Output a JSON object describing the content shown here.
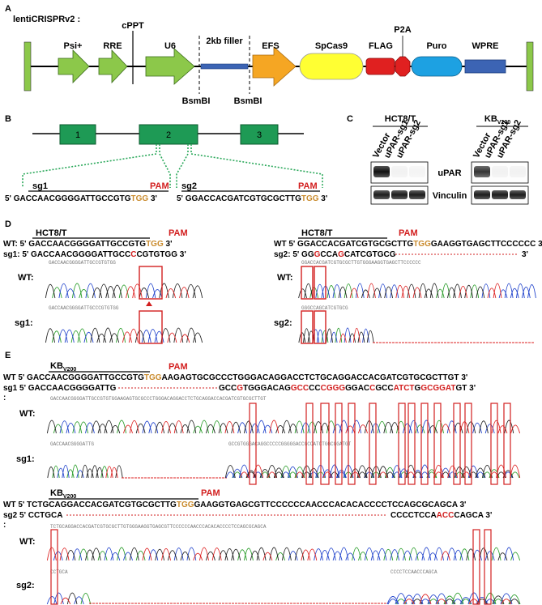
{
  "panels": {
    "A": "A",
    "B": "B",
    "C": "C",
    "D": "D",
    "E": "E"
  },
  "panelA": {
    "title": "lentiCRISPRv2 :",
    "elements": [
      {
        "label": "Psi+",
        "color": "#8cc84a"
      },
      {
        "label": "RRE",
        "color": "#8cc84a"
      },
      {
        "label": "cPPT",
        "color": "#000000"
      },
      {
        "label": "U6",
        "color": "#8cc84a"
      },
      {
        "label": "2kb filler",
        "color": "#3c64b4"
      },
      {
        "label": "EFS",
        "color": "#f5a623"
      },
      {
        "label": "SpCas9",
        "color": "#ffff33"
      },
      {
        "label": "FLAG",
        "color": "#e02020"
      },
      {
        "label": "P2A",
        "color": "#e02020"
      },
      {
        "label": "Puro",
        "color": "#1da1e2"
      },
      {
        "label": "WPRE",
        "color": "#3c64b4"
      }
    ],
    "sites": [
      "BsmBI",
      "BsmBI"
    ]
  },
  "panelB": {
    "exons": [
      "1",
      "2",
      "3"
    ],
    "sg1": {
      "name": "sg1",
      "pam": "PAM",
      "seq": "5' GACCAACGGGGATTGCCGTG",
      "pam_seq": "TGG",
      "end": " 3'"
    },
    "sg2": {
      "name": "sg2",
      "pam": "PAM",
      "seq": "5' GGACCACGATCGTGCGCTTG",
      "pam_seq": "TGG",
      "end": " 3'"
    }
  },
  "panelC": {
    "cell1": "HCT8/T",
    "cell2": "KB",
    "cell2_sub": "V200",
    "lanes": [
      "Vector",
      "uPAR-sg1",
      "uPAR-sg2"
    ],
    "bands": [
      "uPAR",
      "Vinculin"
    ],
    "upar_level_hct8": [
      1.0,
      0.05,
      0.02
    ],
    "upar_level_kb": [
      0.85,
      0.05,
      0.05
    ]
  },
  "panelD": {
    "left": {
      "cell": "HCT8/T",
      "pam": "PAM",
      "wt_lead": "WT: 5' GACCAACGGGGATTGCCGTG",
      "wt_pam": "TGG",
      "wt_end": " 3'",
      "sg_lead": "sg1: 5' GACCAACGGGGATTGCC",
      "sg_mut": "C",
      "sg_tail": "CGTGTGG 3'",
      "trace_wt": "WT:",
      "trace_sg": "sg1:",
      "base_wt": "GACCAACGGGGATTGCCGTGTGG",
      "base_sg": "GACCAACGGGGATTGCCCGTGTGG"
    },
    "right": {
      "cell": "HCT8/T",
      "pam": "PAM",
      "wt_lead": "WT  5' GGACCACGATCGTGCGCTTG",
      "wt_pam": "TGG",
      "wt_tail": "GAAGGTGAGCTTCCCCCC 3'",
      "sg_a": "sg2: 5' GG",
      "sg_b": "G",
      "sg_c": "CCA",
      "sg_d": "G",
      "sg_e": "CATCGTGCG",
      "sg_end": "3'",
      "trace_wt": "WT:",
      "trace_sg": "sg2:",
      "base_wt": "GGACCACGATCGTGCGCTTGTGGGAAGGTGAGCTTCCCCCC",
      "base_sg": "GGGCCAGCATCGTGCG"
    }
  },
  "panelE": {
    "top": {
      "cell": "KB",
      "cell_sub": "V200",
      "pam": "PAM",
      "wt_lead": "WT 5' GACCAACGGGGATTGCCGTG",
      "wt_pam": "TGG",
      "wt_tail": "AAGAGTGCGCCCTGGGACAGGACCTCTGCAGGACCACGATCGTGCGCTTGT 3'",
      "sg_lead": "sg1 5' GACCAACGGGGATTG",
      "sg_segs": [
        [
          "GCC",
          0
        ],
        [
          "G",
          1
        ],
        [
          "TGGGACAG",
          0
        ],
        [
          "GCC",
          1
        ],
        [
          "CC",
          0
        ],
        [
          "CGGG",
          1
        ],
        [
          "GGAC",
          0
        ],
        [
          "C",
          1
        ],
        [
          "GCC",
          0
        ],
        [
          "ATCT",
          1
        ],
        [
          "G",
          0
        ],
        [
          "GCG",
          1
        ],
        [
          "GAT",
          1
        ],
        [
          "GT 3'",
          0
        ]
      ],
      "colon": ":",
      "trace_wt": "WT:",
      "trace_sg": "sg1:",
      "base_wt": "GACCAACGGGGATTGCCGTGTGGAAGAGTGCGCCCTGGGACAGGACCTCTGCAGGACCACGATCGTGCGCTTGT",
      "base_sg1_a": "GACCAACGGGGATTG",
      "base_sg1_b": "GCCGTGGGACAGGCCCCCGGGGGACCGCCATCTGGCGGATGT"
    },
    "bottom": {
      "cell": "KB",
      "cell_sub": "V200",
      "pam": "PAM",
      "wt_lead": "WT 5' TCTGCAGGACCACGATCGTGCGCTTG",
      "wt_pam": "TGG",
      "wt_tail": "GAAGGTGAGCGTTCCCCCCAACCCACACACCCCTCCAGCGCAGCA 3'",
      "sg_lead": "sg2 5' CCTGCA",
      "sg_segs": [
        [
          "CCCCTCCA",
          0
        ],
        [
          "ACC",
          1
        ],
        [
          "CAGCA 3'",
          0
        ]
      ],
      "colon": ":",
      "trace_wt": "WT:",
      "trace_sg": "sg2:",
      "base_wt": "TCTGCAGGACCACGATCGTGCGCTTGTGGGAAGGTGAGCGTTCCCCCCAACCCACACACCCCTCCAGCGCAGCA",
      "base_sg2_a": "CCTGCA",
      "base_sg2_b": "CCCCTCCAACCCAGCA"
    }
  }
}
